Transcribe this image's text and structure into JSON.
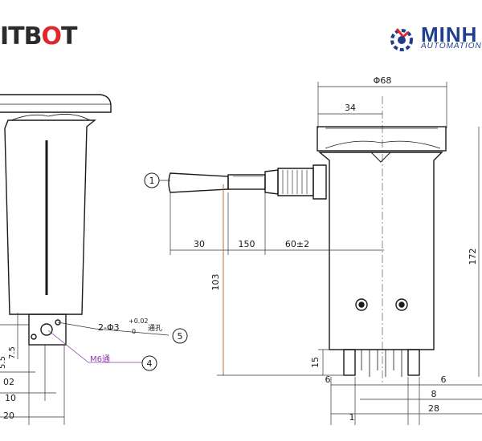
{
  "brand_left": {
    "text_main": "ITB",
    "text_hex": "O",
    "text_end": "T"
  },
  "brand_right": {
    "name": "MINH",
    "tagline": "AUTOMATION"
  },
  "dims": {
    "phi68": "Φ68",
    "d34": "34",
    "d30": "30",
    "d150": "150",
    "d60": "60±2",
    "d103": "103",
    "d15": "15",
    "d6a": "6",
    "d6b": "6",
    "d8": "8",
    "d28": "28",
    "d1": "1",
    "d172": "172",
    "hole_spec": "2-Φ3",
    "hole_tol_up": "+0.02",
    "hole_tol_low": "0",
    "hole_note": "通孔",
    "m6": "M6通",
    "d7_5": "7.5",
    "d5": "5.5",
    "d02": "02",
    "d10": "10",
    "d20": "20"
  },
  "callouts": {
    "c1": "1",
    "c4": "4",
    "c5": "5"
  },
  "colors": {
    "line": "#1a1a1a",
    "dim": "#333333",
    "leader_purple": "#8a3aa8",
    "leader_orange": "#c8742c",
    "logo_red": "#e0272b",
    "logo_blue": "#1f3e8c"
  }
}
